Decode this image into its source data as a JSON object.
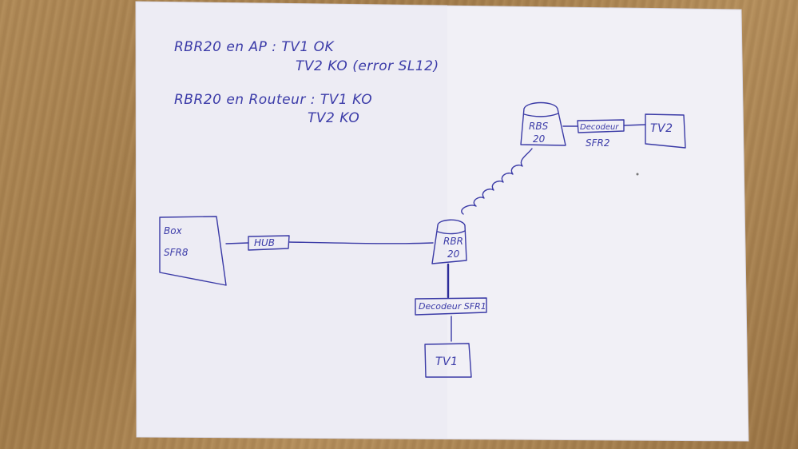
{
  "notes": {
    "line1": "RBR20 en AP : TV1 OK",
    "line2": "TV2 KO (error SL12)",
    "line3": "RBR20 en Routeur : TV1 KO",
    "line4": "TV2 KO"
  },
  "nodes": {
    "box": {
      "line1": "Box",
      "line2": "SFR8"
    },
    "hub": "HUB",
    "rbr": {
      "line1": "RBR",
      "line2": "20"
    },
    "rbs": {
      "line1": "RBS",
      "line2": "20"
    },
    "decoder1": "Decodeur SFR1",
    "decoder2": "Decodeur",
    "decoder2_sub": "SFR2",
    "tv1": "TV1",
    "tv2": "TV2"
  },
  "colors": {
    "ink": "#3a3aa6",
    "paper": "#f2f1f7",
    "table": "#a98350"
  }
}
